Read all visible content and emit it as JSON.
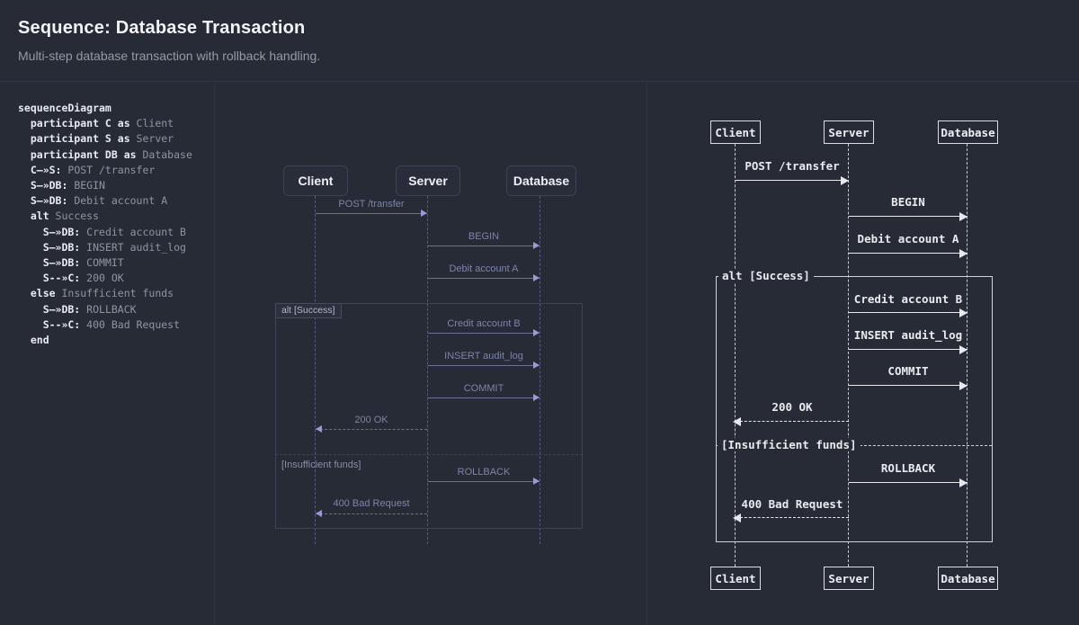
{
  "header": {
    "title": "Sequence: Database Transaction",
    "subtitle": "Multi-step database transaction with rollback handling."
  },
  "code": {
    "lines": [
      {
        "head": "sequenceDiagram",
        "tail": ""
      },
      {
        "head": "  participant C as",
        "tail": " Client"
      },
      {
        "head": "  participant S as",
        "tail": " Server"
      },
      {
        "head": "  participant DB as",
        "tail": " Database"
      },
      {
        "head": "  C—»S:",
        "tail": " POST /transfer"
      },
      {
        "head": "  S—»DB:",
        "tail": " BEGIN"
      },
      {
        "head": "  S—»DB:",
        "tail": " Debit account A"
      },
      {
        "head": "  alt",
        "tail": " Success"
      },
      {
        "head": "    S—»DB:",
        "tail": " Credit account B"
      },
      {
        "head": "    S—»DB:",
        "tail": " INSERT audit_log"
      },
      {
        "head": "    S—»DB:",
        "tail": " COMMIT"
      },
      {
        "head": "    S--»C:",
        "tail": " 200 OK"
      },
      {
        "head": "  else",
        "tail": " Insufficient funds"
      },
      {
        "head": "    S—»DB:",
        "tail": " ROLLBACK"
      },
      {
        "head": "    S--»C:",
        "tail": " 400 Bad Request"
      },
      {
        "head": "  end",
        "tail": ""
      }
    ]
  },
  "sequence": {
    "participants": [
      {
        "name": "Client"
      },
      {
        "name": "Server"
      },
      {
        "name": "Database"
      }
    ],
    "messages": {
      "post": "POST /transfer",
      "begin": "BEGIN",
      "debit": "Debit account A",
      "credit": "Credit account B",
      "insert": "INSERT audit_log",
      "commit": "COMMIT",
      "ok": "200 OK",
      "rollback": "ROLLBACK",
      "bad": "400 Bad Request"
    },
    "alt": {
      "label": "alt [Success]",
      "else_label": "[Insufficient funds]"
    }
  },
  "colors": {
    "background": "#272b36",
    "divider": "#2e3440",
    "code_keyword": "#e8ebf2",
    "code_text": "#8e95a2",
    "mermaid_label": "#7d84a8",
    "mermaid_line": "#6a7097",
    "mermaid_arrowhead": "#9d96d9",
    "mermaid_lifeline": "#555b78",
    "mermaid_frame": "#3e4456",
    "mermaid_actor_bg": "#282d39",
    "mermaid_actor_border": "#3d4354",
    "ascii_foreground": "#e6e8ec"
  }
}
